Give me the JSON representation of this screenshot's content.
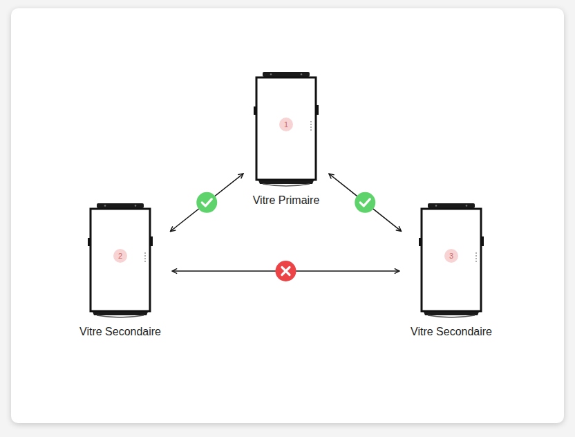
{
  "diagram": {
    "nodes": [
      {
        "text": [
          "Vitre Primaire",
          "1"
        ]
      },
      {
        "text": [
          "Vitre Secondaire",
          "2"
        ]
      },
      {
        "text": [
          "Vitre Secondaire",
          "3"
        ]
      }
    ],
    "edges": [
      {
        "from": 0,
        "to": 1,
        "arrow": "both"
      },
      {
        "from": 0,
        "to": 2,
        "arrow": "both"
      },
      {
        "from": 1,
        "to": 2,
        "arrow": "both"
      }
    ]
  }
}
